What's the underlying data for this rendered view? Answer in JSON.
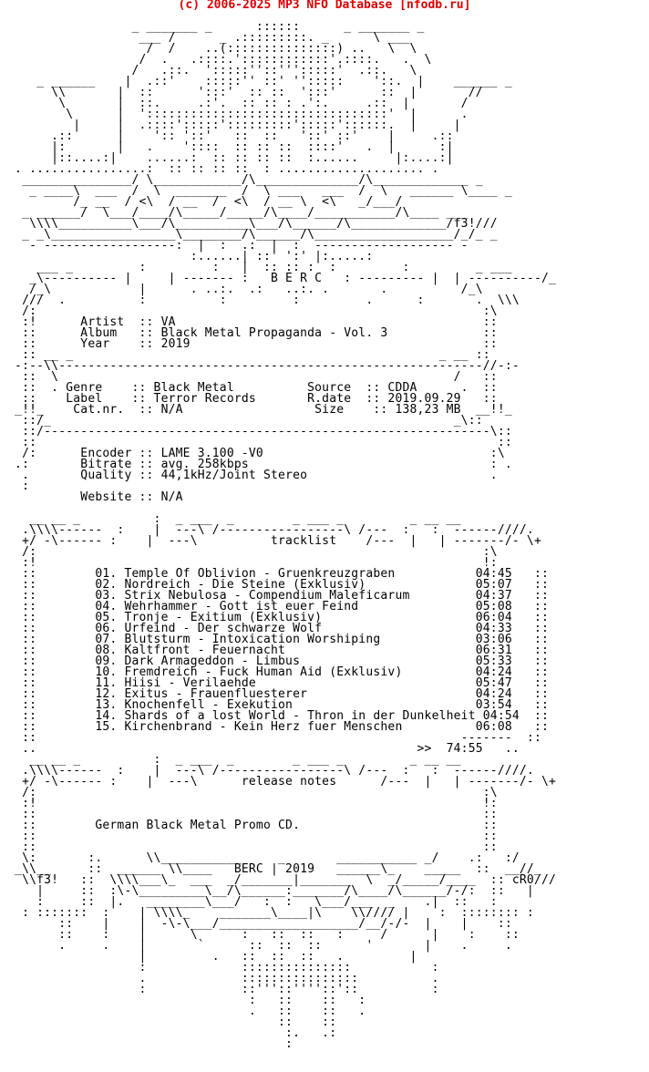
{
  "header": {
    "text": "(c) 2006-2025 MP3 NFO Database [nfodb.ru]",
    "color": "#e00000"
  },
  "nfo": {
    "text_color": "#000000",
    "lines": [
      "",
      "                  _ _______ _      ::::::      _ _______ _",
      "                   ___ /      _ .:::::::::. _      \\ ___",
      "                    /  /    ..(:::::::::::::::) ..   \\  \\",
      "                   /  .   .::::.'::::::::::::'.::::.   .  \\",
      "                  /   .::.  ':::::''::''':::::'  .::.   \\",
      "     _ ______    |  .::'    :::::'' ::' '':::::    '::.  |    ______ _",
      "       \\\\       |  ::      ':::'  :: ::  ':::'      ::  |       //",
      "        \\       |  ::.     .:'.  :: :: : .':.     .::  |       /",
      "         \\      |  ':::::::::::::::::::::::::::::::::'  |      .",
      "          |     |  .::::':::::':::::::::':::::'::::::.  |     |",
      "       .::      |    ':: '::'   ::  ::   '::' ::'    |     .::",
      "       |:       |   .    '::::  :: :: ::  ::::'   .  |      :|",
      "       |::....:|    ......:  :: :: :: ::  :......     |:....:|",
      "  . ................:  :: :: :: ::  : .................... .",
      "   _______________/ \\____________/\\______________/\\_____________ _",
      "    _ ____\\  ___  /  \\  _______  /  \\ ___   ___  /  \\   ______ \\____ _",
      "          /_ __  / <\\  / __  /  <\\  / __ \\  <\\   _/___/",
      "   _ ______/  \\___/____/\\_____/_____/\\____/___________/\\____ ___",
      "    \\\\\\\\__________\\___/\\__________\\___/\\______/\\_____________/f3!///",
      "   _ _\\_________________\\________/\\______/\\___________________/_/_ _",
      "    - ------------------:  |  :  .:  |  :  ------------------- -",
      "                          :......| ::' ':' |:.....:",
      "     ___ _         :         :   |  :: :: :  :         :         _ ___",
      "    _\\---------- |     | ------- :   B E R C   : --------- |  | ----------/_",
      "    /_\\            |      . ..:.  .:   ..:. .       .          /_\\",
      "   ///  .          :          :         :         .      :       .  \\\\\\",
      "   /:                                                             :\\",
      "   :!      Artist  :: VA                                          ::",
      "   ::      Album   :: Black Metal Propaganda - Vol. 3             ::",
      "   ::      Year    :: 2019                                        ::",
      "   :: __ _                                                  _ __ ::",
      "  -:--\\\\----------------------------------------------------------//-:-",
      "   ::  \\                                                      /   ::",
      "   ::  . Genre    :: Black Metal          Source  :: CDDA      .  ::",
      "   ::    Label    :: Terror Records       R.date  :: 2019.09.29   ::",
      "  _!!_    Cat.nr.  :: N/A                  Size    :: 138,23 MB  __!!_",
      "   ::/_                                                       _\\::",
      "   ::/-------------------------------------------------------------\\::",
      "   ::                                                               ::",
      "   /:      Encoder :: LAME 3.100 -V0                               :\\",
      "  .:       Bitrate :: avg. 258kbps                                 : .",
      "   .       Quality :: 44,1kHz/Joint Stereo                         .",
      "   :",
      "           Website :: N/A",
      "",
      "    __ __ _          :  _ ___  _        _ ___ _         _ __ __",
      "   .\\\\\\\\------  :    |  ---\\ /-----------------\\ /---  :   :  ------////.",
      "   +/ -\\------ :    |  ---\\          tracklist    /---  |   | -------/- \\+",
      "   /:                                                             :\\",
      "   :!                                                             !:",
      "   ::        01. Temple Of Oblivion - Gruenkreuzgraben           04:45   ::",
      "   ::        02. Nordreich - Die Steine (Exklusiv)               05:07   ::",
      "   ::        03. Strix Nebulosa - Compendium Maleficarum         04:37   ::",
      "   ::        04. Wehrhammer - Gott ist euer Feind                05:08   ::",
      "   ::        05. Tronje - Exitium (Exklusiv)                     06:04   ::",
      "   ::        06. Urfeind - Der schwarze Wolf                     04:33   ::",
      "   ::        07. Blutsturm - Intoxication Worshiping             03:06   ::",
      "   ::        08. Kaltfront - Feuernacht                          06:31   ::",
      "   ::        09. Dark Armageddon - Limbus                        05:33   ::",
      "   ::        10. Fremdreich - Fuck Human Aid (Exklusiv)          04:24   ::",
      "   ::        11. Hiisi - Verilaehde                              05:47   ::",
      "   ::        12. Exitus - Frauenfluesterer                       04:24   ::",
      "   ::        13. Knochenfell - Exekution                         03:54   ::",
      "   ::        14. Shards of a lost World - Thron in der Dunkelheit 04:54  ::",
      "   ::        15. Kirchenbrand - Kein Herz fuer Menschen          06:08   ::",
      "   ::                                                          -------  ::",
      "   ..                                                    >>  74:55   ..",
      "    __ __ _          :  _ ___  _        _ ___ _         _ __ __",
      "   .\\\\\\\\------  :    |  ---\\ /-----------------\\ /---  :   :  ------////.",
      "   +/ -\\------ :    |  ---\\      release notes      /---  |   | -------/- \\+",
      "   /:                                                             :\\",
      "   :!                                                             !:",
      "   ::                                                             ::",
      "   ::        German Black Metal Promo CD.                         ::",
      "   ::                                                             ::",
      "   ::                                                             ::",
      "   \\:       :.      \\\\___________     _       ___________ _/    .:   :/",
      "  _\\\\__     ::  ______ \\\\____   BERC | 2019   ______\\_    _____  ::  __//_",
      "   \\\\f3!   ::  \\\\\\\\___\\_  ___  _/_______|_______  \\  _/_____/____  :: cR0///",
      "     |     ::  :\\-\\_________\\__/\\______:_______/\\____/\\______/-/:  ::   |",
      "     :     ::  |.   ________\\___/   :  :   \\___/___  _    .|  ::   :",
      "   : :::::::  :    | \\\\\\\\_    _______\\____|\\    \\\\//// |    :  :::::::: :",
      "        ::    |    |  -\\-\\___/___________________/__/-/-  |    |    ::",
      "        ::    :    |      \\      :   ::  ::   :     /      |    :    ::",
      "        .     .    |       `      ::  ::  ::      '       |    .     .",
      "                   |         .   ::  ::  ::   .         |",
      "                   :             :::::::::::::::           :",
      "                   .             ::::::::::::::::          .",
      "                   :             ::'''::''''::'::          :",
      "                                  :   ::    ::   :",
      "                                  .   ::    ::   .",
      "                                      ::    ::",
      "                                       :.   .:",
      "                                       :",
      ""
    ]
  }
}
